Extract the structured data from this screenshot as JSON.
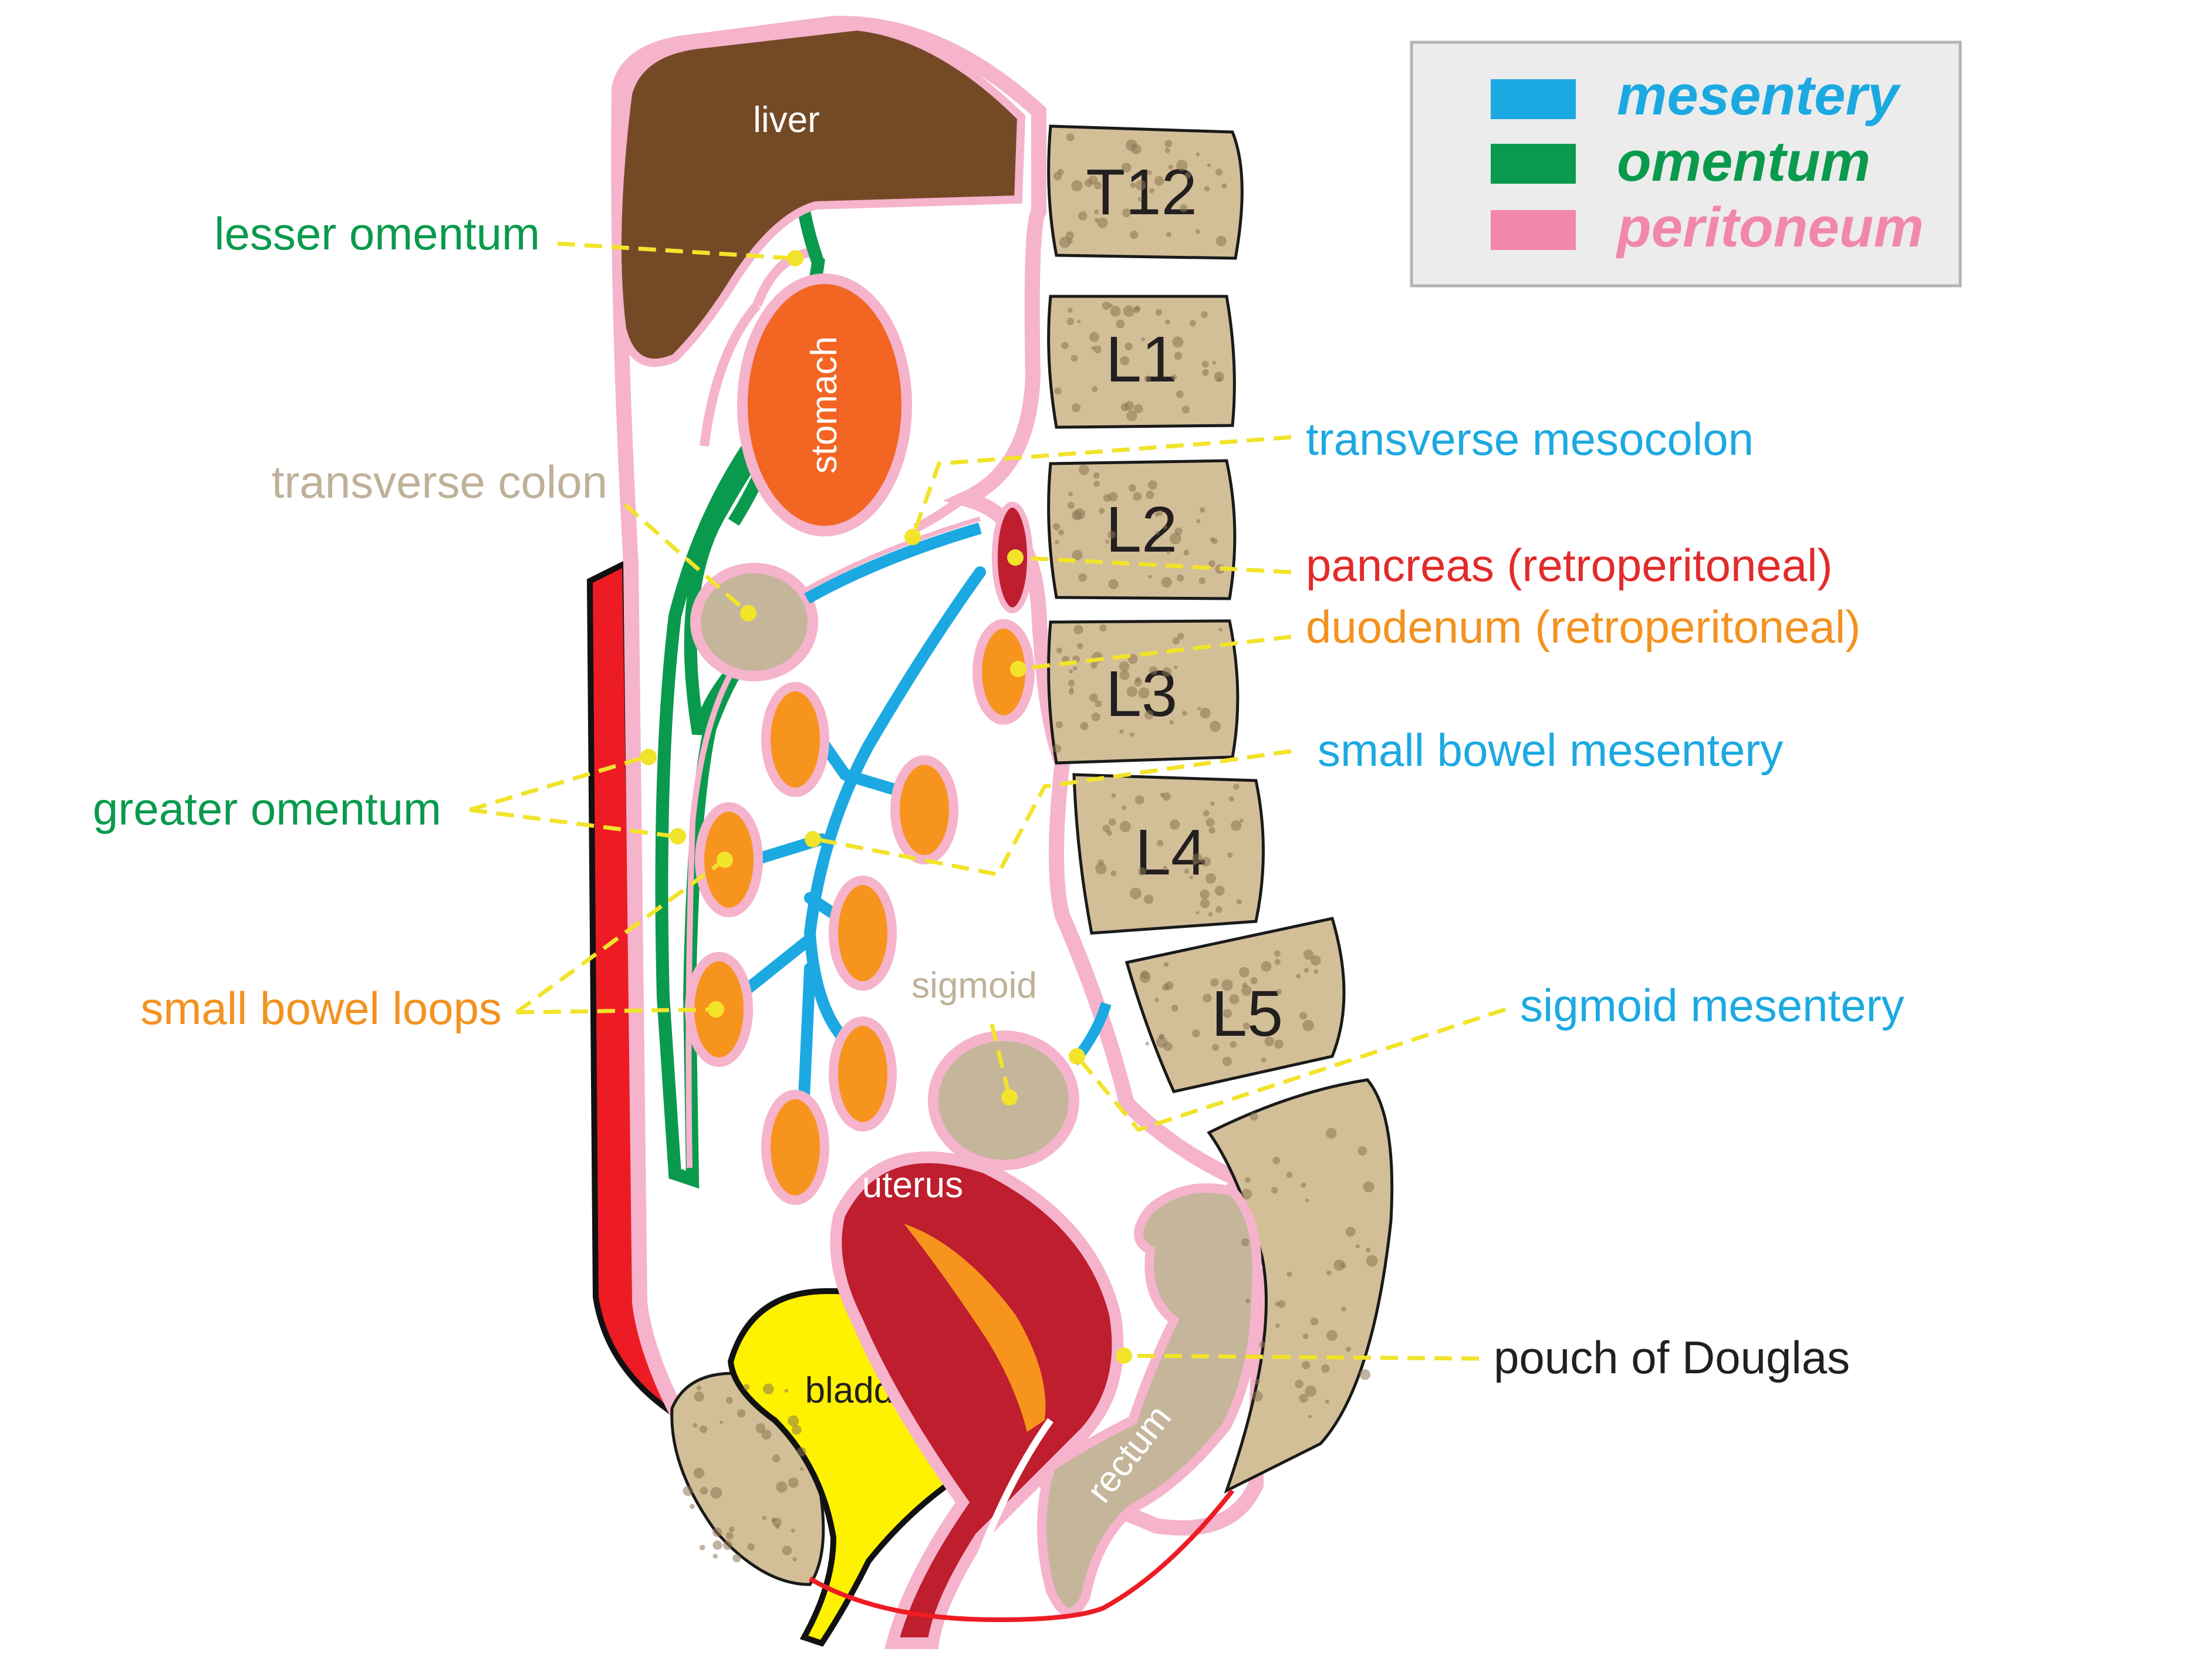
{
  "legend": {
    "items": [
      {
        "label": "mesentery",
        "color": "#1ca9e1"
      },
      {
        "label": "omentum",
        "color": "#0a9a4d"
      },
      {
        "label": "peritoneum",
        "color": "#f287ad"
      }
    ]
  },
  "organs": {
    "liver": "liver",
    "stomach": "stomach",
    "sigmoid": "sigmoid",
    "uterus": "uterus",
    "bladder": "bladder",
    "rectum": "rectum"
  },
  "vertebrae": [
    "T12",
    "L1",
    "L2",
    "L3",
    "L4",
    "L5"
  ],
  "labels": {
    "lesser_omentum": "lesser omentum",
    "transverse_colon": "transverse colon",
    "greater_omentum": "greater omentum",
    "small_bowel_loops": "small bowel loops",
    "transverse_mesocolon": "transverse mesocolon",
    "pancreas": "pancreas (retroperitoneal)",
    "duodenum": "duodenum (retroperitoneal)",
    "small_bowel_mesentery": "small bowel mesentery",
    "sigmoid_mesentery": "sigmoid mesentery",
    "pouch_of_douglas": "pouch of Douglas"
  },
  "colors": {
    "mesentery": "#1ca9e1",
    "omentum": "#0a9a4d",
    "peritoneum": "#f287ad",
    "pancreas_label": "#e22b2b",
    "duodenum_label": "#f39220",
    "transverse_colon_label": "#bfb199",
    "pouch_label": "#231f20",
    "liver": "#744a26",
    "stomach": "#f26522",
    "small_bowel": "#f7941d",
    "colon": "#c4b59b",
    "uterus": "#be1e2d",
    "bladder": "#fff200",
    "bone": "#d2bf98"
  }
}
